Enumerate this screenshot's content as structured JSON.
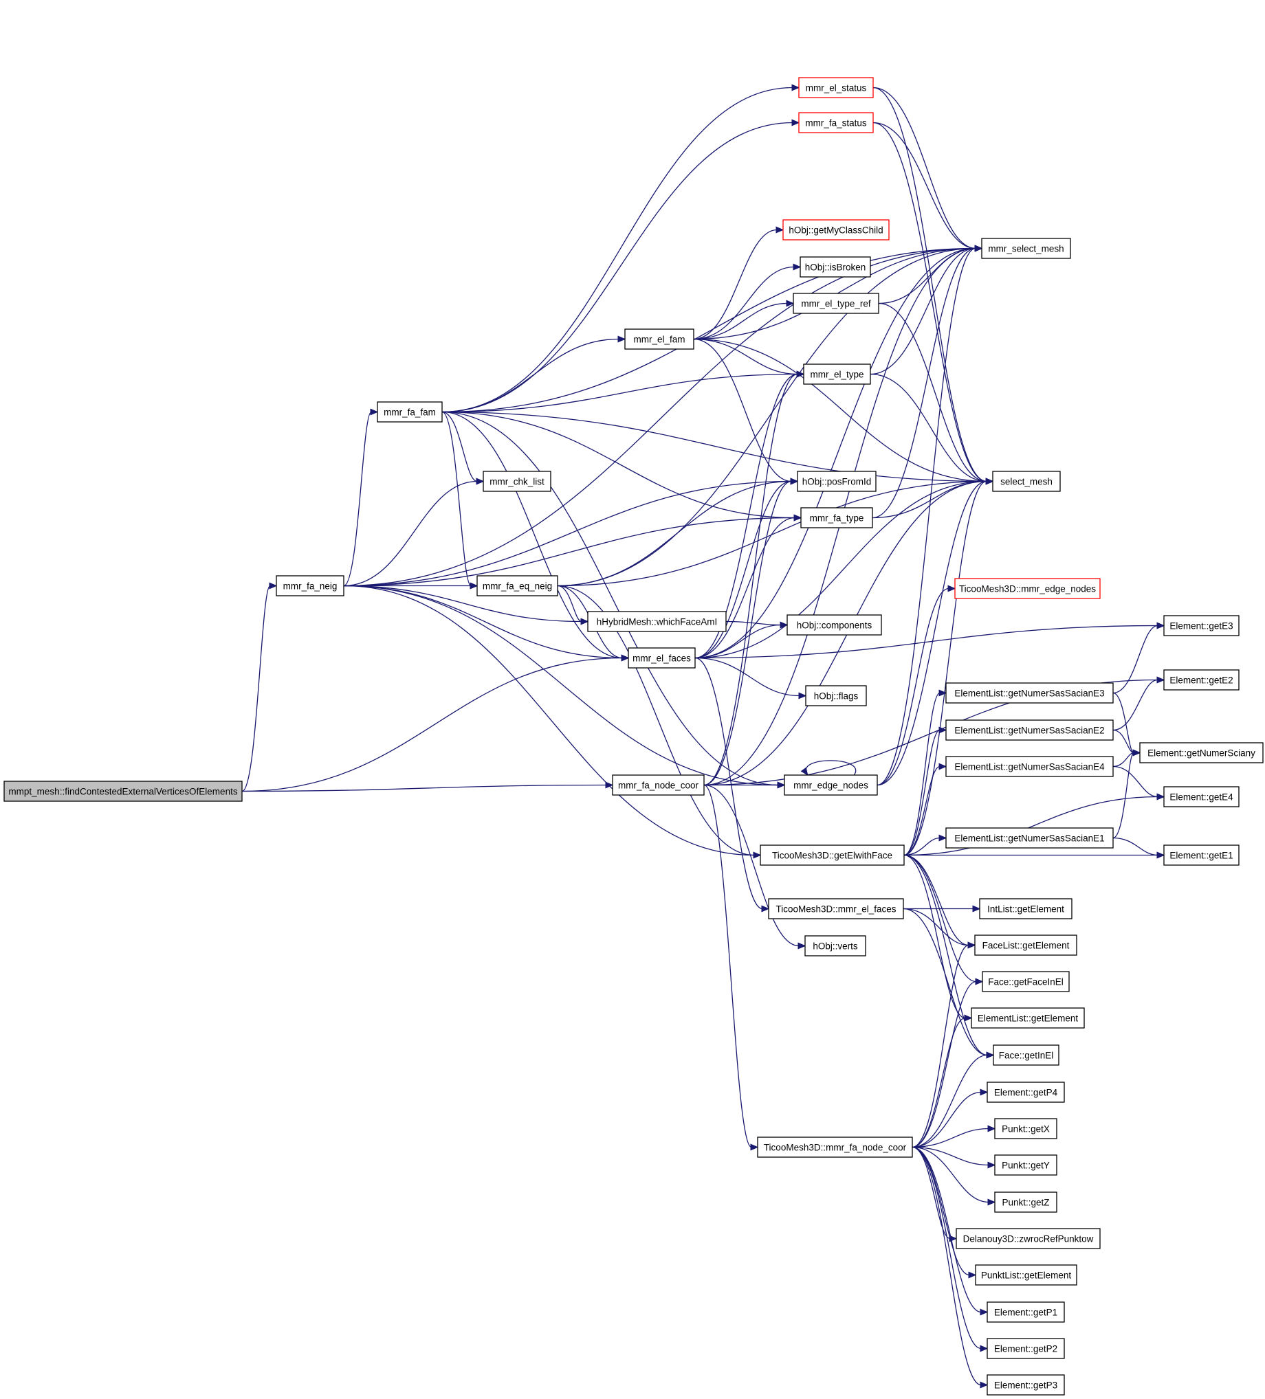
{
  "graph": {
    "type": "call-graph",
    "colors": {
      "edge": "#191970",
      "node_border": "#000000",
      "truncated_node_border": "#ff0000",
      "root_fill": "#bfbfbf",
      "node_fill": "#ffffff"
    },
    "nodes": [
      {
        "id": "root",
        "label": "mmpt_mesh::findContestedExternalVerticesOfElements",
        "root": true
      },
      {
        "id": "fa_neig",
        "label": "mmr_fa_neig"
      },
      {
        "id": "fa_fam",
        "label": "mmr_fa_fam"
      },
      {
        "id": "fa_eq_neig",
        "label": "mmr_fa_eq_neig"
      },
      {
        "id": "chk_list",
        "label": "mmr_chk_list"
      },
      {
        "id": "el_status",
        "label": "mmr_el_status",
        "truncated": true
      },
      {
        "id": "fa_status",
        "label": "mmr_fa_status",
        "truncated": true
      },
      {
        "id": "getMyClassChild",
        "label": "hObj::getMyClassChild",
        "truncated": true
      },
      {
        "id": "isBroken",
        "label": "hObj::isBroken"
      },
      {
        "id": "el_type_ref",
        "label": "mmr_el_type_ref"
      },
      {
        "id": "el_fam",
        "label": "mmr_el_fam"
      },
      {
        "id": "el_type",
        "label": "mmr_el_type"
      },
      {
        "id": "posFromId",
        "label": "hObj::posFromId"
      },
      {
        "id": "fa_type",
        "label": "mmr_fa_type"
      },
      {
        "id": "whichFaceAmI",
        "label": "hHybridMesh::whichFaceAmI"
      },
      {
        "id": "components",
        "label": "hObj::components"
      },
      {
        "id": "el_faces",
        "label": "mmr_el_faces"
      },
      {
        "id": "flags",
        "label": "hObj::flags"
      },
      {
        "id": "fa_node_coor",
        "label": "mmr_fa_node_coor"
      },
      {
        "id": "edge_nodes",
        "label": "mmr_edge_nodes"
      },
      {
        "id": "getElwithFace",
        "label": "TicooMesh3D::getElwithFace"
      },
      {
        "id": "t_el_faces",
        "label": "TicooMesh3D::mmr_el_faces"
      },
      {
        "id": "verts",
        "label": "hObj::verts"
      },
      {
        "id": "t_fa_node_coor",
        "label": "TicooMesh3D::mmr_fa_node_coor"
      },
      {
        "id": "select_mesh_mmr",
        "label": "mmr_select_mesh"
      },
      {
        "id": "select_mesh",
        "label": "select_mesh"
      },
      {
        "id": "t_edge_nodes",
        "label": "TicooMesh3D::mmr_edge_nodes",
        "truncated": true
      },
      {
        "id": "el_getNSE3",
        "label": "ElementList::getNumerSasSacianE3"
      },
      {
        "id": "el_getNSE2",
        "label": "ElementList::getNumerSasSacianE2"
      },
      {
        "id": "el_getNSE4",
        "label": "ElementList::getNumerSasSacianE4"
      },
      {
        "id": "el_getNSE1",
        "label": "ElementList::getNumerSasSacianE1"
      },
      {
        "id": "IntList_getElement",
        "label": "IntList::getElement"
      },
      {
        "id": "FaceList_getElement",
        "label": "FaceList::getElement"
      },
      {
        "id": "Face_getFaceInEl",
        "label": "Face::getFaceInEl"
      },
      {
        "id": "ElementList_getElement",
        "label": "ElementList::getElement"
      },
      {
        "id": "Face_getInEl",
        "label": "Face::getInEl"
      },
      {
        "id": "Element_getP4",
        "label": "Element::getP4"
      },
      {
        "id": "Punkt_getX",
        "label": "Punkt::getX"
      },
      {
        "id": "Punkt_getY",
        "label": "Punkt::getY"
      },
      {
        "id": "Punkt_getZ",
        "label": "Punkt::getZ"
      },
      {
        "id": "zwrocRefPunktow",
        "label": "Delanouy3D::zwrocRefPunktow"
      },
      {
        "id": "PunktList_getElement",
        "label": "PunktList::getElement"
      },
      {
        "id": "Element_getP1",
        "label": "Element::getP1"
      },
      {
        "id": "Element_getP2",
        "label": "Element::getP2"
      },
      {
        "id": "Element_getP3",
        "label": "Element::getP3"
      },
      {
        "id": "Element_getE3",
        "label": "Element::getE3"
      },
      {
        "id": "Element_getE2",
        "label": "Element::getE2"
      },
      {
        "id": "Element_getNumerSciany",
        "label": "Element::getNumerSciany"
      },
      {
        "id": "Element_getE4",
        "label": "Element::getE4"
      },
      {
        "id": "Element_getE1",
        "label": "Element::getE1"
      }
    ],
    "edges": [
      [
        "root",
        "fa_neig"
      ],
      [
        "root",
        "el_faces"
      ],
      [
        "root",
        "fa_node_coor"
      ],
      [
        "fa_neig",
        "select_mesh_mmr"
      ],
      [
        "fa_neig",
        "fa_fam"
      ],
      [
        "fa_neig",
        "chk_list"
      ],
      [
        "fa_neig",
        "posFromId"
      ],
      [
        "fa_neig",
        "fa_type"
      ],
      [
        "fa_neig",
        "fa_eq_neig"
      ],
      [
        "fa_neig",
        "whichFaceAmI"
      ],
      [
        "fa_neig",
        "el_faces"
      ],
      [
        "fa_neig",
        "edge_nodes"
      ],
      [
        "fa_neig",
        "getElwithFace"
      ],
      [
        "fa_fam",
        "el_status"
      ],
      [
        "fa_fam",
        "fa_status"
      ],
      [
        "fa_fam",
        "el_fam"
      ],
      [
        "fa_fam",
        "el_type"
      ],
      [
        "fa_fam",
        "chk_list"
      ],
      [
        "fa_fam",
        "select_mesh"
      ],
      [
        "fa_fam",
        "select_mesh_mmr"
      ],
      [
        "fa_fam",
        "fa_type"
      ],
      [
        "fa_fam",
        "fa_eq_neig"
      ],
      [
        "fa_fam",
        "el_faces"
      ],
      [
        "fa_fam",
        "edge_nodes"
      ],
      [
        "fa_eq_neig",
        "select_mesh_mmr"
      ],
      [
        "fa_eq_neig",
        "posFromId"
      ],
      [
        "fa_eq_neig",
        "select_mesh"
      ],
      [
        "fa_eq_neig",
        "whichFaceAmI"
      ],
      [
        "fa_eq_neig",
        "el_faces"
      ],
      [
        "fa_eq_neig",
        "getElwithFace"
      ],
      [
        "el_status",
        "select_mesh_mmr"
      ],
      [
        "el_status",
        "select_mesh"
      ],
      [
        "fa_status",
        "select_mesh_mmr"
      ],
      [
        "fa_status",
        "select_mesh"
      ],
      [
        "el_fam",
        "getMyClassChild"
      ],
      [
        "el_fam",
        "isBroken"
      ],
      [
        "el_fam",
        "el_type_ref"
      ],
      [
        "el_fam",
        "el_type"
      ],
      [
        "el_fam",
        "posFromId"
      ],
      [
        "el_fam",
        "select_mesh_mmr"
      ],
      [
        "el_fam",
        "select_mesh"
      ],
      [
        "el_type_ref",
        "select_mesh_mmr"
      ],
      [
        "el_type_ref",
        "select_mesh"
      ],
      [
        "el_type",
        "select_mesh_mmr"
      ],
      [
        "el_type",
        "select_mesh"
      ],
      [
        "fa_type",
        "select_mesh_mmr"
      ],
      [
        "fa_type",
        "select_mesh"
      ],
      [
        "whichFaceAmI",
        "components"
      ],
      [
        "el_faces",
        "components"
      ],
      [
        "el_faces",
        "flags"
      ],
      [
        "el_faces",
        "select_mesh"
      ],
      [
        "el_faces",
        "select_mesh_mmr"
      ],
      [
        "el_faces",
        "Element_getE3"
      ],
      [
        "el_faces",
        "t_el_faces"
      ],
      [
        "el_faces",
        "posFromId"
      ],
      [
        "el_faces",
        "fa_type"
      ],
      [
        "el_faces",
        "el_type"
      ],
      [
        "fa_node_coor",
        "edge_nodes"
      ],
      [
        "fa_node_coor",
        "el_type"
      ],
      [
        "fa_node_coor",
        "posFromId"
      ],
      [
        "fa_node_coor",
        "verts"
      ],
      [
        "fa_node_coor",
        "t_fa_node_coor"
      ],
      [
        "fa_node_coor",
        "Element_getE2"
      ],
      [
        "fa_node_coor",
        "select_mesh"
      ],
      [
        "fa_node_coor",
        "select_mesh_mmr"
      ],
      [
        "edge_nodes",
        "select_mesh"
      ],
      [
        "edge_nodes",
        "select_mesh_mmr"
      ],
      [
        "edge_nodes",
        "t_edge_nodes"
      ],
      [
        "edge_nodes",
        "edge_nodes"
      ],
      [
        "getElwithFace",
        "select_mesh"
      ],
      [
        "getElwithFace",
        "el_getNSE3"
      ],
      [
        "getElwithFace",
        "el_getNSE2"
      ],
      [
        "getElwithFace",
        "el_getNSE4"
      ],
      [
        "getElwithFace",
        "el_getNSE1"
      ],
      [
        "getElwithFace",
        "Element_getE1"
      ],
      [
        "getElwithFace",
        "Element_getE4"
      ],
      [
        "getElwithFace",
        "FaceList_getElement"
      ],
      [
        "getElwithFace",
        "Face_getFaceInEl"
      ],
      [
        "getElwithFace",
        "ElementList_getElement"
      ],
      [
        "getElwithFace",
        "Face_getInEl"
      ],
      [
        "t_el_faces",
        "IntList_getElement"
      ],
      [
        "t_el_faces",
        "FaceList_getElement"
      ],
      [
        "t_el_faces",
        "Face_getInEl"
      ],
      [
        "el_getNSE3",
        "Element_getE3"
      ],
      [
        "el_getNSE3",
        "Element_getNumerSciany"
      ],
      [
        "el_getNSE2",
        "Element_getE2"
      ],
      [
        "el_getNSE2",
        "Element_getNumerSciany"
      ],
      [
        "el_getNSE4",
        "Element_getNumerSciany"
      ],
      [
        "el_getNSE4",
        "Element_getE4"
      ],
      [
        "el_getNSE1",
        "Element_getNumerSciany"
      ],
      [
        "el_getNSE1",
        "Element_getE1"
      ],
      [
        "t_fa_node_coor",
        "FaceList_getElement"
      ],
      [
        "t_fa_node_coor",
        "Face_getFaceInEl"
      ],
      [
        "t_fa_node_coor",
        "ElementList_getElement"
      ],
      [
        "t_fa_node_coor",
        "Face_getInEl"
      ],
      [
        "t_fa_node_coor",
        "Element_getP4"
      ],
      [
        "t_fa_node_coor",
        "Punkt_getX"
      ],
      [
        "t_fa_node_coor",
        "Punkt_getY"
      ],
      [
        "t_fa_node_coor",
        "Punkt_getZ"
      ],
      [
        "t_fa_node_coor",
        "zwrocRefPunktow"
      ],
      [
        "t_fa_node_coor",
        "PunktList_getElement"
      ],
      [
        "t_fa_node_coor",
        "Element_getP1"
      ],
      [
        "t_fa_node_coor",
        "Element_getP2"
      ],
      [
        "t_fa_node_coor",
        "Element_getP3"
      ]
    ]
  }
}
